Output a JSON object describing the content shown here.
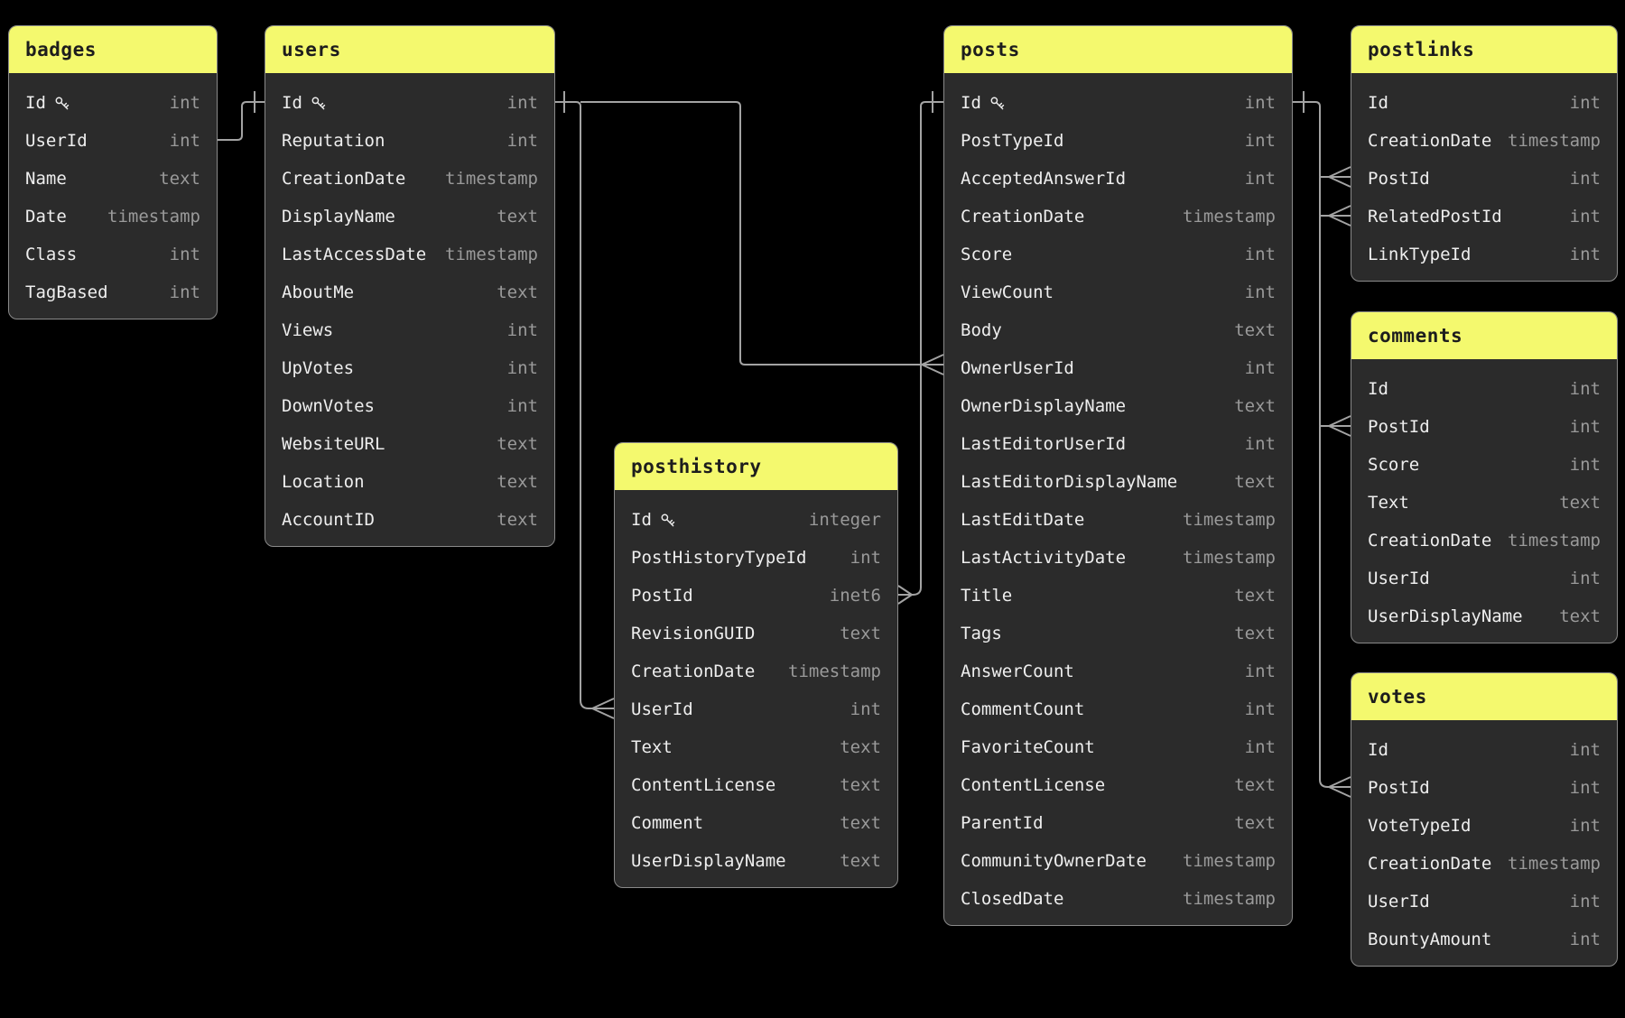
{
  "diagram": {
    "tables": [
      {
        "id": "badges",
        "title": "badges",
        "fields": [
          {
            "name": "Id",
            "type": "int",
            "key": true
          },
          {
            "name": "UserId",
            "type": "int"
          },
          {
            "name": "Name",
            "type": "text"
          },
          {
            "name": "Date",
            "type": "timestamp"
          },
          {
            "name": "Class",
            "type": "int"
          },
          {
            "name": "TagBased",
            "type": "int"
          }
        ]
      },
      {
        "id": "users",
        "title": "users",
        "fields": [
          {
            "name": "Id",
            "type": "int",
            "key": true
          },
          {
            "name": "Reputation",
            "type": "int"
          },
          {
            "name": "CreationDate",
            "type": "timestamp"
          },
          {
            "name": "DisplayName",
            "type": "text"
          },
          {
            "name": "LastAccessDate",
            "type": "timestamp"
          },
          {
            "name": "AboutMe",
            "type": "text"
          },
          {
            "name": "Views",
            "type": "int"
          },
          {
            "name": "UpVotes",
            "type": "int"
          },
          {
            "name": "DownVotes",
            "type": "int"
          },
          {
            "name": "WebsiteURL",
            "type": "text"
          },
          {
            "name": "Location",
            "type": "text"
          },
          {
            "name": "AccountID",
            "type": "text"
          }
        ]
      },
      {
        "id": "posthistory",
        "title": "posthistory",
        "fields": [
          {
            "name": "Id",
            "type": "integer",
            "key": true
          },
          {
            "name": "PostHistoryTypeId",
            "type": "int"
          },
          {
            "name": "PostId",
            "type": "inet6"
          },
          {
            "name": "RevisionGUID",
            "type": "text"
          },
          {
            "name": "CreationDate",
            "type": "timestamp"
          },
          {
            "name": "UserId",
            "type": "int"
          },
          {
            "name": "Text",
            "type": "text"
          },
          {
            "name": "ContentLicense",
            "type": "text"
          },
          {
            "name": "Comment",
            "type": "text"
          },
          {
            "name": "UserDisplayName",
            "type": "text"
          }
        ]
      },
      {
        "id": "posts",
        "title": "posts",
        "fields": [
          {
            "name": "Id",
            "type": "int",
            "key": true
          },
          {
            "name": "PostTypeId",
            "type": "int"
          },
          {
            "name": "AcceptedAnswerId",
            "type": "int"
          },
          {
            "name": "CreationDate",
            "type": "timestamp"
          },
          {
            "name": "Score",
            "type": "int"
          },
          {
            "name": "ViewCount",
            "type": "int"
          },
          {
            "name": "Body",
            "type": "text"
          },
          {
            "name": "OwnerUserId",
            "type": "int"
          },
          {
            "name": "OwnerDisplayName",
            "type": "text"
          },
          {
            "name": "LastEditorUserId",
            "type": "int"
          },
          {
            "name": "LastEditorDisplayName",
            "type": "text"
          },
          {
            "name": "LastEditDate",
            "type": "timestamp"
          },
          {
            "name": "LastActivityDate",
            "type": "timestamp"
          },
          {
            "name": "Title",
            "type": "text"
          },
          {
            "name": "Tags",
            "type": "text"
          },
          {
            "name": "AnswerCount",
            "type": "int"
          },
          {
            "name": "CommentCount",
            "type": "int"
          },
          {
            "name": "FavoriteCount",
            "type": "int"
          },
          {
            "name": "ContentLicense",
            "type": "text"
          },
          {
            "name": "ParentId",
            "type": "text"
          },
          {
            "name": "CommunityOwnerDate",
            "type": "timestamp"
          },
          {
            "name": "ClosedDate",
            "type": "timestamp"
          }
        ]
      },
      {
        "id": "postlinks",
        "title": "postlinks",
        "fields": [
          {
            "name": "Id",
            "type": "int"
          },
          {
            "name": "CreationDate",
            "type": "timestamp"
          },
          {
            "name": "PostId",
            "type": "int"
          },
          {
            "name": "RelatedPostId",
            "type": "int"
          },
          {
            "name": "LinkTypeId",
            "type": "int"
          }
        ]
      },
      {
        "id": "comments",
        "title": "comments",
        "fields": [
          {
            "name": "Id",
            "type": "int"
          },
          {
            "name": "PostId",
            "type": "int"
          },
          {
            "name": "Score",
            "type": "int"
          },
          {
            "name": "Text",
            "type": "text"
          },
          {
            "name": "CreationDate",
            "type": "timestamp"
          },
          {
            "name": "UserId",
            "type": "int"
          },
          {
            "name": "UserDisplayName",
            "type": "text"
          }
        ]
      },
      {
        "id": "votes",
        "title": "votes",
        "fields": [
          {
            "name": "Id",
            "type": "int"
          },
          {
            "name": "PostId",
            "type": "int"
          },
          {
            "name": "VoteTypeId",
            "type": "int"
          },
          {
            "name": "CreationDate",
            "type": "timestamp"
          },
          {
            "name": "UserId",
            "type": "int"
          },
          {
            "name": "BountyAmount",
            "type": "int"
          }
        ]
      }
    ],
    "relationships": [
      {
        "from": "users.Id",
        "to": "badges.UserId",
        "cardinality": "one-to-many"
      },
      {
        "from": "users.Id",
        "to": "posthistory.UserId",
        "cardinality": "one-to-many"
      },
      {
        "from": "users.Id",
        "to": "posts.OwnerUserId",
        "cardinality": "one-to-many"
      },
      {
        "from": "posts.Id",
        "to": "posthistory.PostId",
        "cardinality": "one-to-many"
      },
      {
        "from": "posts.Id",
        "to": "postlinks.PostId",
        "cardinality": "one-to-many"
      },
      {
        "from": "posts.Id",
        "to": "postlinks.RelatedPostId",
        "cardinality": "one-to-many"
      },
      {
        "from": "posts.Id",
        "to": "comments.PostId",
        "cardinality": "one-to-many"
      },
      {
        "from": "posts.Id",
        "to": "votes.PostId",
        "cardinality": "one-to-many"
      }
    ],
    "icons": {
      "primary_key": "key-icon"
    },
    "colors": {
      "canvas": "#000000",
      "header_bg": "#f4f96e",
      "header_text": "#1d1d1d",
      "table_bg": "#2b2b2b",
      "table_border": "#8a8a8a",
      "field_text": "#eeeeee",
      "type_text": "#9a9a9a",
      "line": "#a3a3a3"
    }
  }
}
